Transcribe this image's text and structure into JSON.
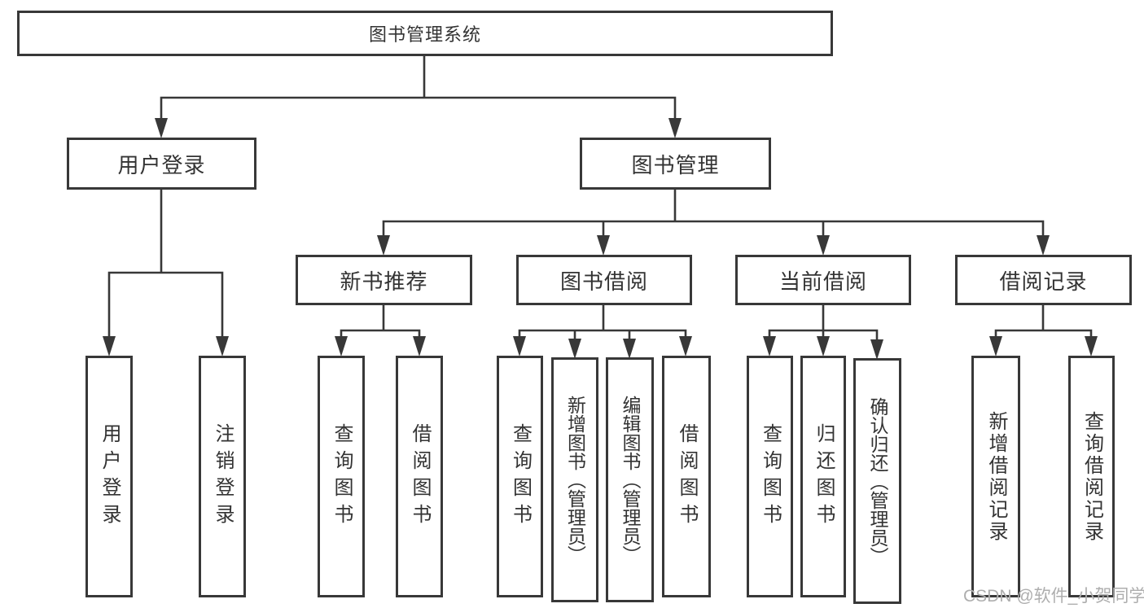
{
  "diagram": {
    "type": "tree-diagram",
    "root": {
      "label": "图书管理系统"
    },
    "branches": [
      {
        "label": "用户登录",
        "children": [
          {
            "label": "用户登录"
          },
          {
            "label": "注销登录"
          }
        ]
      },
      {
        "label": "图书管理",
        "children": [
          {
            "label": "新书推荐",
            "children": [
              {
                "label": "查询图书"
              },
              {
                "label": "借阅图书"
              }
            ]
          },
          {
            "label": "图书借阅",
            "children": [
              {
                "label": "查询图书"
              },
              {
                "label": "新增图书（管理员）"
              },
              {
                "label": "编辑图书（管理员）"
              },
              {
                "label": "借阅图书"
              }
            ]
          },
          {
            "label": "当前借阅",
            "children": [
              {
                "label": "查询图书"
              },
              {
                "label": "归还图书"
              },
              {
                "label": "确认归还（管理员）"
              }
            ]
          },
          {
            "label": "借阅记录",
            "children": [
              {
                "label": "新增借阅记录"
              },
              {
                "label": "查询借阅记录"
              }
            ]
          }
        ]
      }
    ]
  },
  "watermark": {
    "text": "CSDN @软件_小贺同学"
  },
  "colors": {
    "line": "#383838",
    "text": "#333333",
    "watermark": "#aeaeae",
    "background": "#ffffff"
  }
}
